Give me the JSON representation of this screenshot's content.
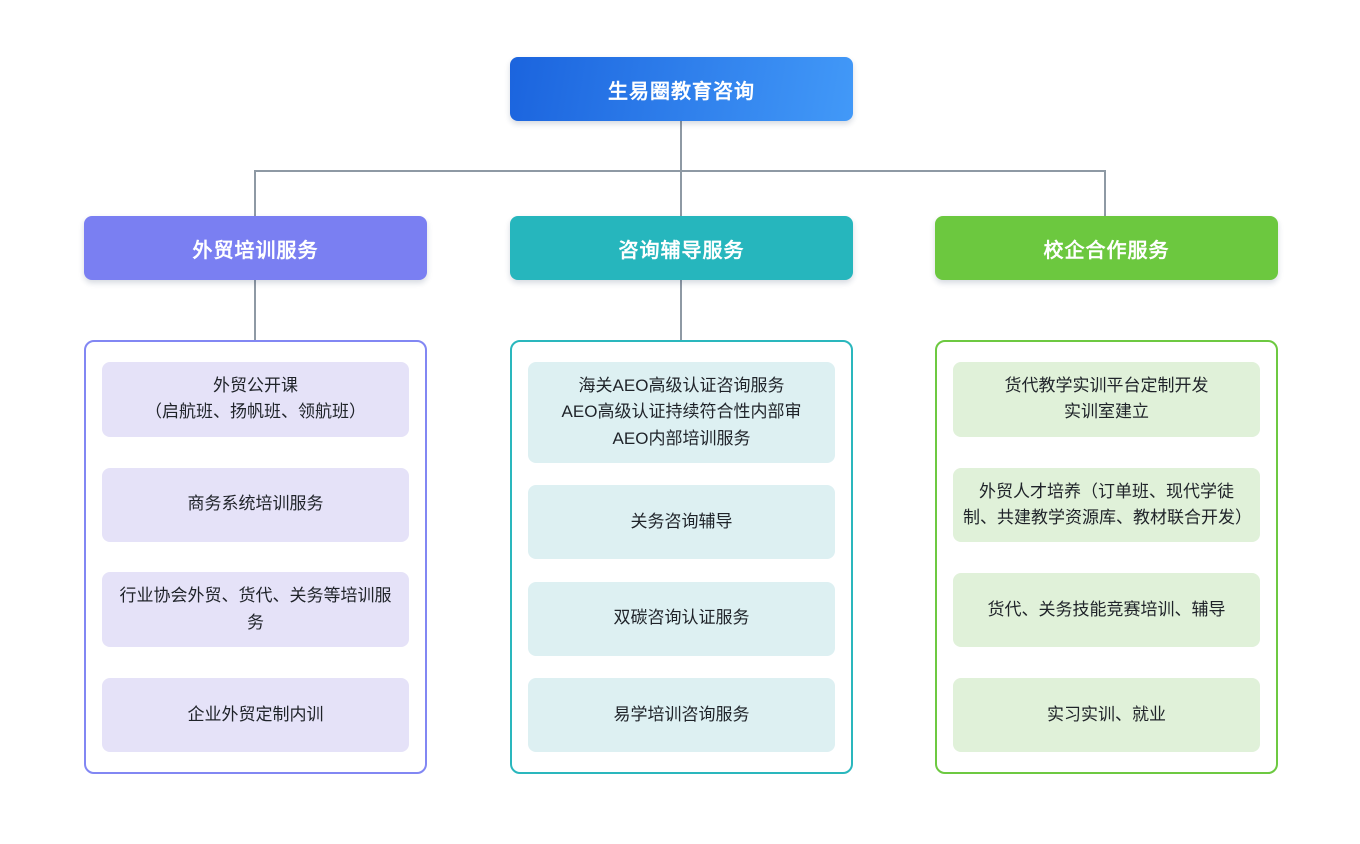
{
  "root": {
    "label": "生易圈教育咨询"
  },
  "colors": {
    "root_gradient_start": "#1b64de",
    "root_gradient_end": "#4299f8",
    "branch1_header": "#7a7ff2",
    "branch1_item_bg": "#e5e2f8",
    "branch1_border": "#8287f3",
    "branch2_header": "#26b6bd",
    "branch2_item_bg": "#ddf0f2",
    "branch2_border": "#2ab7bd",
    "branch3_header": "#6cc83f",
    "branch3_item_bg": "#e0f1d9",
    "branch3_border": "#6dc941",
    "connector_line": "#8e99a4",
    "item_text": "#1f2329"
  },
  "branches": [
    {
      "label": "外贸培训服务",
      "items": [
        "外贸公开课\n（启航班、扬帆班、领航班）",
        "商务系统培训服务",
        "行业协会外贸、货代、关务等培训服务",
        "企业外贸定制内训"
      ]
    },
    {
      "label": "咨询辅导服务",
      "items": [
        "海关AEO高级认证咨询服务\nAEO高级认证持续符合性内部审\nAEO内部培训服务",
        "关务咨询辅导",
        "双碳咨询认证服务",
        "易学培训咨询服务"
      ]
    },
    {
      "label": "校企合作服务",
      "items": [
        "货代教学实训平台定制开发\n实训室建立",
        "外贸人才培养（订单班、现代学徒制、共建教学资源库、教材联合开发）",
        "货代、关务技能竞赛培训、辅导",
        "实习实训、就业"
      ]
    }
  ]
}
